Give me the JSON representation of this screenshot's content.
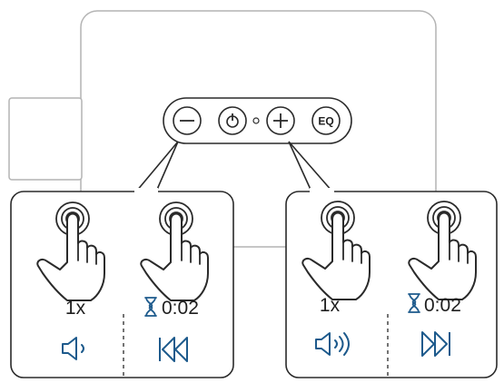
{
  "device": {
    "buttons": [
      {
        "name": "volume-down-button",
        "icon": "minus-icon"
      },
      {
        "name": "power-button",
        "icon": "power-icon"
      },
      {
        "name": "volume-up-button",
        "icon": "plus-icon"
      },
      {
        "name": "eq-button",
        "label": "EQ"
      }
    ]
  },
  "left_panel": {
    "press_label": "1x",
    "hold_label": "0:02",
    "press_action_icon": "volume-down-icon",
    "hold_action_icon": "previous-track-icon"
  },
  "right_panel": {
    "press_label": "1x",
    "hold_label": "0:02",
    "press_action_icon": "volume-up-icon",
    "hold_action_icon": "next-track-icon"
  },
  "colors": {
    "line": "#2a2a2a",
    "device_outline": "#b4b4b4",
    "action_icon": "#1d5a8c"
  }
}
